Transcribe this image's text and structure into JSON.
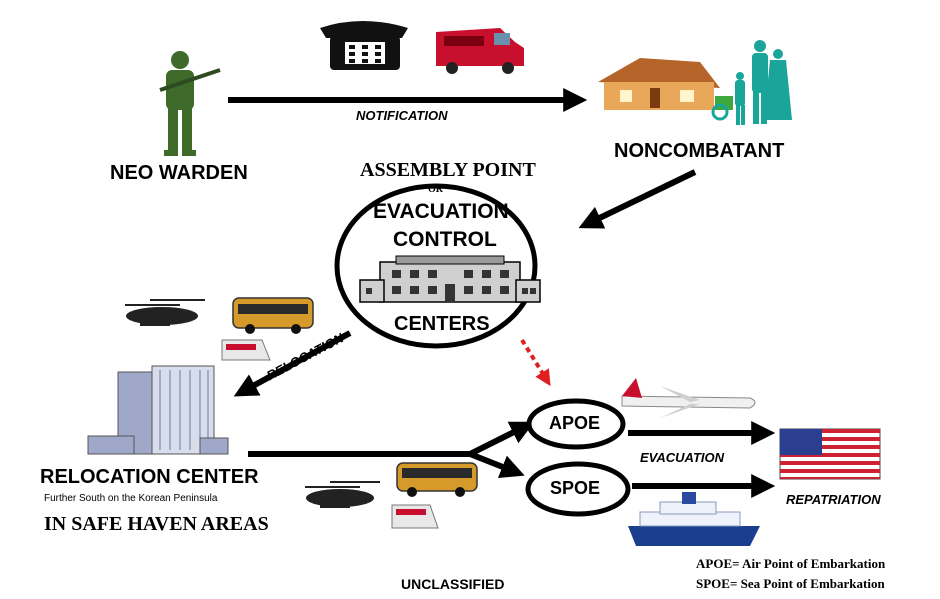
{
  "nodes": {
    "neo_warden": "NEO WARDEN",
    "noncombatant": "NONCOMBATANT",
    "assembly_point": "ASSEMBLY POINT",
    "or": "OR",
    "evacuation": "EVACUATION",
    "control": "CONTROL",
    "centers": "CENTERS",
    "relocation_center": "RELOCATION CENTER",
    "relocation_sub": "Further South on the Korean Peninsula",
    "safe_haven": "IN SAFE HAVEN AREAS",
    "apoe": "APOE",
    "spoe": "SPOE"
  },
  "edges": {
    "notification": "NOTIFICATION",
    "relocation": "RELOCATION",
    "evacuation": "EVACUATION",
    "repatriation": "REPATRIATION"
  },
  "legend": {
    "apoe_def": "APOE= Air Point of Embarkation",
    "spoe_def": "SPOE= Sea Point of Embarkation"
  },
  "footer": {
    "classification": "UNCLASSIFIED"
  },
  "icons": [
    "soldier-icon",
    "telephone-icon",
    "van-icon",
    "house-icon",
    "family-icon",
    "building-icon",
    "helicopter-icon",
    "bus-icon",
    "train-icon",
    "hospital-building-icon",
    "airplane-icon",
    "ship-icon",
    "us-flag-icon"
  ],
  "colors": {
    "arrow": "#000000",
    "dotted_arrow": "#e02020",
    "soldier": "#3e6b2a",
    "family": "#1aa59a",
    "van": "#c8102e",
    "bus": "#d59a2a",
    "flag_red": "#cc2233",
    "flag_blue": "#2a3f8f"
  }
}
